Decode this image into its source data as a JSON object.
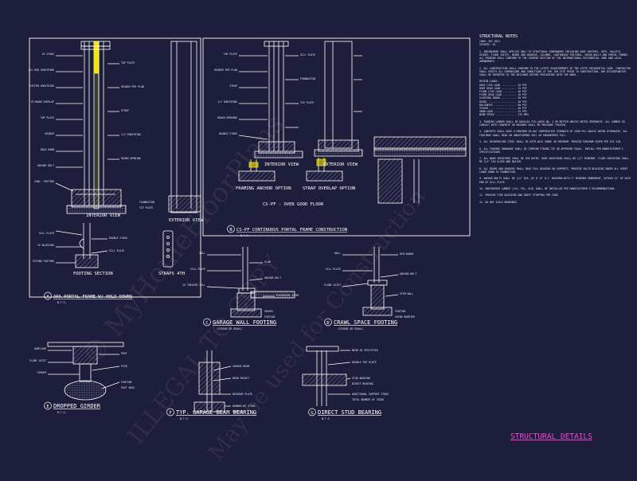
{
  "sheet": {
    "title": "STRUCTURAL DETAILS",
    "accent_color": "#ff3fd6",
    "background_color": "#1c1f3b",
    "line_color": "#ffffff",
    "highlight_color": "#f4e600"
  },
  "watermark": {
    "lines": [
      "© MyHomeFloorPlans",
      "ILLEGAL TO COPY",
      "May be used for Construction"
    ]
  },
  "details": [
    {
      "id": "A",
      "title": "APA PORTAL FRAME W/ HOLD DOWNS",
      "scale": "N.T.S."
    },
    {
      "id": "B",
      "title": "CS-PF CONTINUOUS PORTAL FRAME CONSTRUCTION",
      "scale": "N.T.S."
    },
    {
      "id": "C",
      "title": "GARAGE WALL FOOTING",
      "note": "(SIDING OR EQUAL)"
    },
    {
      "id": "D",
      "title": "CRAWL SPACE FOOTING",
      "note": "(SIDING OR EQUAL)"
    },
    {
      "id": "E",
      "title": "DROPPED GIRDER",
      "scale": "N.T.S."
    },
    {
      "id": "F",
      "title": "TYP. GARAGE BEAM BEARING",
      "scale": "N.T.S."
    },
    {
      "id": "G",
      "title": "DIRECT STUD BEARING",
      "scale": "N.T.S."
    }
  ],
  "view_labels": {
    "interior": "INTERIOR VIEW",
    "exterior": "EXTERIOR VIEW",
    "footing_section": "FOOTING SECTION",
    "strap": "STRAPS 4TH",
    "framing_anchor": "FRAMING ANCHOR OPTION",
    "strap_overlap": "STRAP OVERLAP OPTION",
    "cs_pf_note": "CS-PF - OVER GOOD FLOOR"
  },
  "callouts": {
    "portal_left": [
      "2X STUDS",
      "1/2 OSB SHEATHING",
      "FASTEN SHEATHING",
      "PLYWOOD OVERLAP",
      "TOP PLATE",
      "HEADER",
      "HOLD DOWN",
      "ANCHOR BOLT",
      "CONC. FOOTING",
      "SILL PLATE",
      "2X BLOCKING",
      "EXTEND FOOTING"
    ],
    "portal_right": [
      "TOP PLATE",
      "HEADER PER PLAN",
      "STRAP",
      "1/2 SHEATHING",
      "ROUGH OPENING",
      "DOUBLE STUDS",
      "SILL PLATE",
      "FOUNDATION",
      "TIE PLATE"
    ],
    "garage_wall": [
      "WALL",
      "SILL PLATE",
      "2X TREATED SILL",
      "SLAB",
      "ANCHOR BOLT",
      "EXPANSION JOINT",
      "GRAVEL",
      "FOOTING"
    ],
    "crawl_space": [
      "WALL",
      "SILL PLATE",
      "FLOOR JOIST",
      "RIM BOARD",
      "ANCHOR BOLT",
      "STEM WALL",
      "FOOTING",
      "VAPOR BARRIER"
    ],
    "dropped_girder": [
      "SUBFLOOR",
      "FLOOR JOIST",
      "GIRDER",
      "POST",
      "PIER",
      "FOOTING",
      "POST BASE"
    ],
    "garage_beam": [
      "GARAGE BEAM",
      "BEAM POCKET",
      "BEARING PLATE",
      "NUMBER OF STUDS",
      "FOOTING"
    ],
    "direct_stud": [
      "BEAM AS SPECIFIED",
      "DOUBLE TOP PLATE",
      "STUD BEARING",
      "DIRECT BEARING",
      "ADDITIONAL SUPPORT STUDS",
      "TOTAL NUMBER OF STUDS"
    ]
  },
  "notes": {
    "title": "STRUCTURAL NOTES",
    "header_lines": [
      "CODE: IRC 2021",
      "SEISMIC: D1"
    ],
    "body": "1. ENGINEERED SHALL APPLIES ONLY TO STRUCTURAL COMPONENTS INCLUDING ROOF RAFTERS, HIPS, VALLEYS, RIDGES, FLOOR JOISTS, BEAMS AND HEADERS, COLUMNS, CONTINUOUS FOOTINGS, SHEAR WALLS AND PORTAL FRAMES. ALL FRAMING SHALL CONFORM TO THE CURRENT EDITION OF THE INTERNATIONAL RESIDENTIAL CODE AND LOCAL AMENDMENTS.\n\n2. ALL CONSTRUCTION SHALL CONFORM TO THE LATEST REQUIREMENTS OF THE STATE RESIDENTIAL CODE. CONTRACTOR SHALL VERIFY ALL DIMENSIONS AND CONDITIONS AT THE JOB SITE PRIOR TO CONSTRUCTION. ANY DISCREPANCIES SHALL BE REPORTED TO THE DESIGNER BEFORE PROCEEDING WITH THE WORK.\n\nDESIGN LOADS:\nROOF LIVE LOAD .......... 20 PSF\nROOF DEAD LOAD .......... 15 PSF\nFLOOR LIVE LOAD ......... 40 PSF\nFLOOR DEAD LOAD ......... 10 PSF\nSLEEPING ROOMS .......... 30 PSF\nDECKS ................... 40 PSF\nBALCONIES ............... 60 PSF\nSTAIRS .................. 40 PSF\nSNOW LOAD ............... 25 PSF\nWIND SPEED .............. 115 MPH\n\n3. FRAMING LUMBER SHALL BE DOUGLAS FIR-LARCH NO. 2 OR BETTER UNLESS NOTED OTHERWISE. ALL LUMBER IN CONTACT WITH CONCRETE OR MASONRY SHALL BE PRESSURE TREATED.\n\n4. CONCRETE SHALL HAVE A MINIMUM 28-DAY COMPRESSIVE STRENGTH OF 2500 PSI UNLESS NOTED OTHERWISE. ALL FOOTINGS SHALL BEAR ON UNDISTURBED SOIL OR ENGINEERED FILL.\n\n5. ALL REINFORCING STEEL SHALL BE ASTM A615 GRADE 40 MINIMUM. PROVIDE MINIMUM COVER PER ACI 318.\n\n6. ALL FRAMING HARDWARE SHALL BE SIMPSON STRONG-TIE OR APPROVED EQUAL. INSTALL PER MANUFACTURER'S SPECIFICATIONS.\n\n7. ALL WOOD SHEATHING SHALL BE APA RATED. ROOF SHEATHING SHALL BE 1/2\" MINIMUM. FLOOR SHEATHING SHALL BE 3/4\" T&G GLUED AND NAILED.\n\n8. ALL BEAMS AND HEADERS SHALL HAVE FULL BEARING ON SUPPORTS. PROVIDE SOLID BLOCKING UNDER ALL POINT LOADS DOWN TO FOUNDATION.\n\n9. ANCHOR BOLTS SHALL BE 1/2\" DIA. AT 6'-0\" O.C. MAXIMUM WITH 7\" MINIMUM EMBEDMENT, WITHIN 12\" OF EACH END OF SILL PLATE.\n\n10. ENGINEERED LUMBER (LVL, PSL, GLB) SHALL BE INSTALLED PER MANUFACTURER'S RECOMMENDATIONS.\n\n11. PROVIDE FIRE BLOCKING AND DRAFT STOPPING PER CODE.\n\n12. DO NOT SCALE DRAWINGS."
  }
}
